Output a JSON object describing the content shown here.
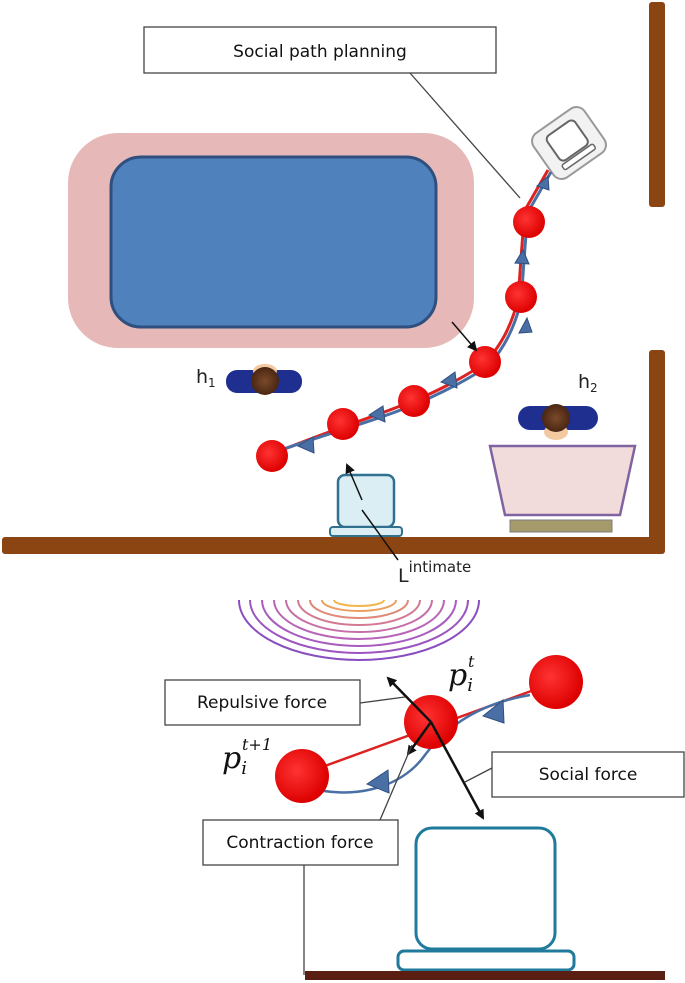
{
  "labels": {
    "social_path_planning": "Social path planning",
    "h1_base": "h",
    "h1_sub": "1",
    "h2_base": "h",
    "h2_sub": "2",
    "l_intimate_base": "L",
    "l_intimate_sup": "intimate",
    "repulsive_force": "Repulsive force",
    "social_force": "Social force",
    "contraction_force": "Contraction force",
    "p_t_base": "p",
    "p_t_sub": "i",
    "p_t_sup": "t",
    "p_t1_base": "p",
    "p_t1_sub": "i",
    "p_t1_sup": "t+1"
  },
  "colors": {
    "wall": "#8B4513",
    "floor_dark": "#5a1e12",
    "table_fill": "#4f81bd",
    "table_border": "#2f4f7f",
    "zone_fill": "#e6b8b7",
    "waypoint": "#ee1111",
    "path_blue": "#4a6fa5",
    "path_red": "#dd2222"
  }
}
